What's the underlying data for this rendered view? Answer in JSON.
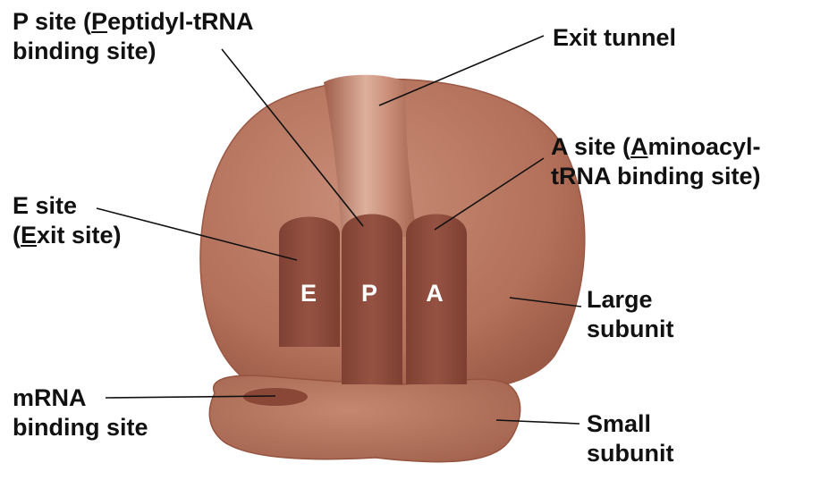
{
  "labels": {
    "p_site": {
      "line1_prefix": "P site (",
      "line1_key": "P",
      "line1_suffix": "eptidyl-tRNA",
      "line2": "binding site)"
    },
    "exit_tunnel": {
      "line1": "Exit tunnel"
    },
    "a_site": {
      "line1_prefix": "A site (",
      "line1_key": "A",
      "line1_suffix": "minoacyl-",
      "line2": "tRNA binding site)"
    },
    "e_site": {
      "line1": "E site",
      "line2_prefix": "(",
      "line2_key": "E",
      "line2_suffix": "xit site)"
    },
    "large_subunit": {
      "line1": "Large",
      "line2": "subunit"
    },
    "mrna_site": {
      "line1": "mRNA",
      "line2": "binding site"
    },
    "small_subunit": {
      "line1": "Small",
      "line2": "subunit"
    }
  },
  "sites": {
    "e": "E",
    "p": "P",
    "a": "A"
  },
  "colors": {
    "subunit": "#b8735e",
    "subunit_dark": "#9c5a47",
    "tunnel": "#d9a591",
    "site": "#8f4d3c",
    "pointer": "#111111"
  }
}
